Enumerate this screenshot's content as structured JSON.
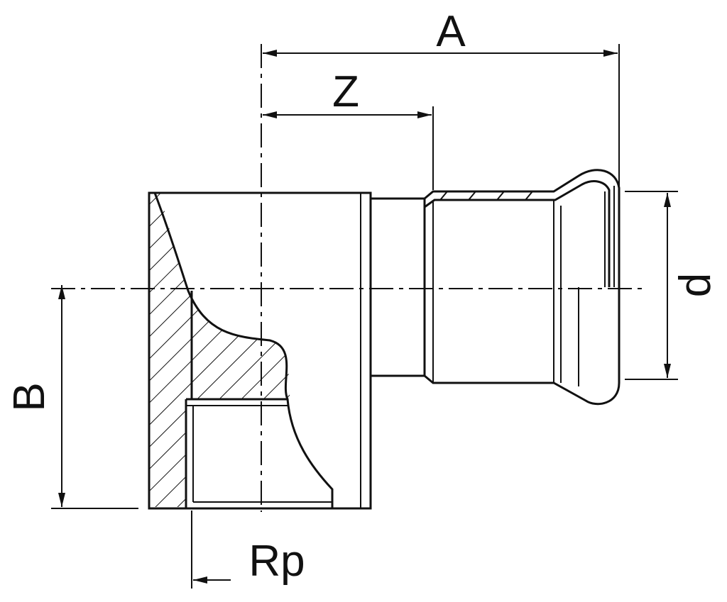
{
  "labels": {
    "A": "A",
    "Z": "Z",
    "B": "B",
    "d": "d",
    "Rp": "Rp"
  },
  "colors": {
    "line": "#111111",
    "background": "#ffffff"
  }
}
